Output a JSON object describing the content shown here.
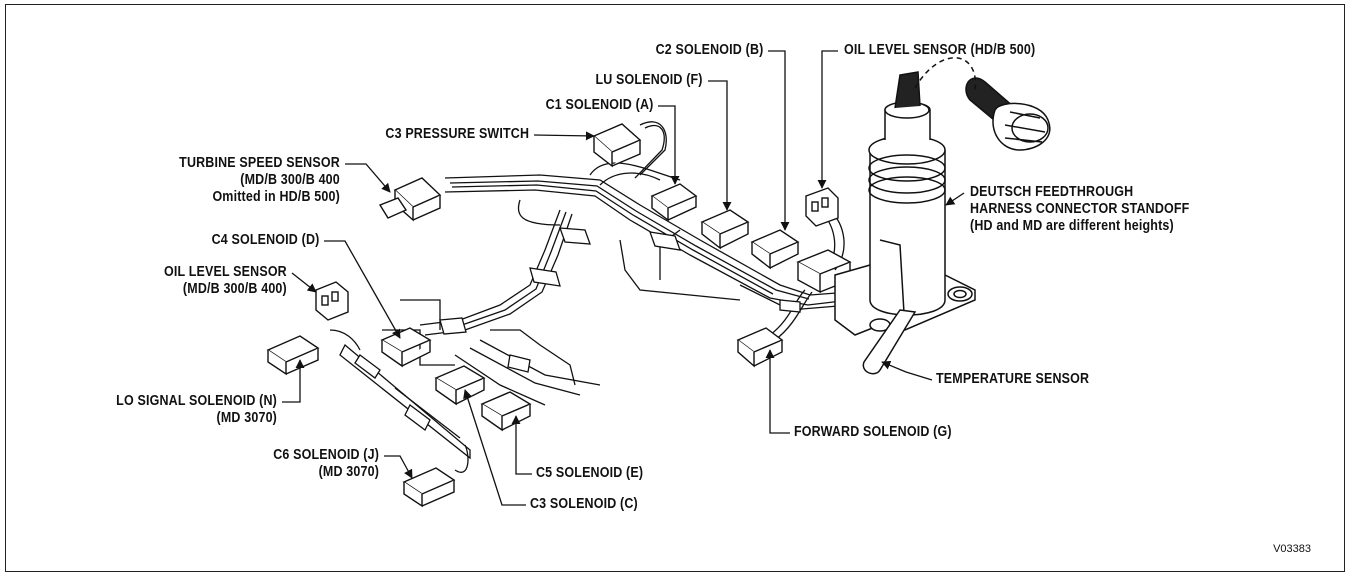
{
  "figure_id": "V03383",
  "labels": {
    "c2_solenoid": "C2 SOLENOID (B)",
    "oil_level_hd": "OIL LEVEL SENSOR (HD/B 500)",
    "lu_solenoid": "LU SOLENOID (F)",
    "c1_solenoid": "C1 SOLENOID (A)",
    "c3_pressure_switch": "C3 PRESSURE SWITCH",
    "turbine_1": "TURBINE SPEED SENSOR",
    "turbine_2": "(MD/B 300/B 400",
    "turbine_3": "Omitted in HD/B 500)",
    "deutsch_1": "DEUTSCH FEEDTHROUGH",
    "deutsch_2": "HARNESS CONNECTOR STANDOFF",
    "deutsch_3": "(HD and MD are different heights)",
    "c4_solenoid": "C4 SOLENOID (D)",
    "oil_level_md_1": "OIL LEVEL SENSOR",
    "oil_level_md_2": "(MD/B 300/B 400)",
    "temperature_sensor": "TEMPERATURE SENSOR",
    "lo_signal_1": "LO SIGNAL SOLENOID (N)",
    "lo_signal_2": "(MD 3070)",
    "forward_solenoid": "FORWARD SOLENOID (G)",
    "c6_solenoid_1": "C6 SOLENOID (J)",
    "c6_solenoid_2": "(MD 3070)",
    "c5_solenoid": "C5 SOLENOID (E)",
    "c3_solenoid": "C3 SOLENOID (C)"
  }
}
